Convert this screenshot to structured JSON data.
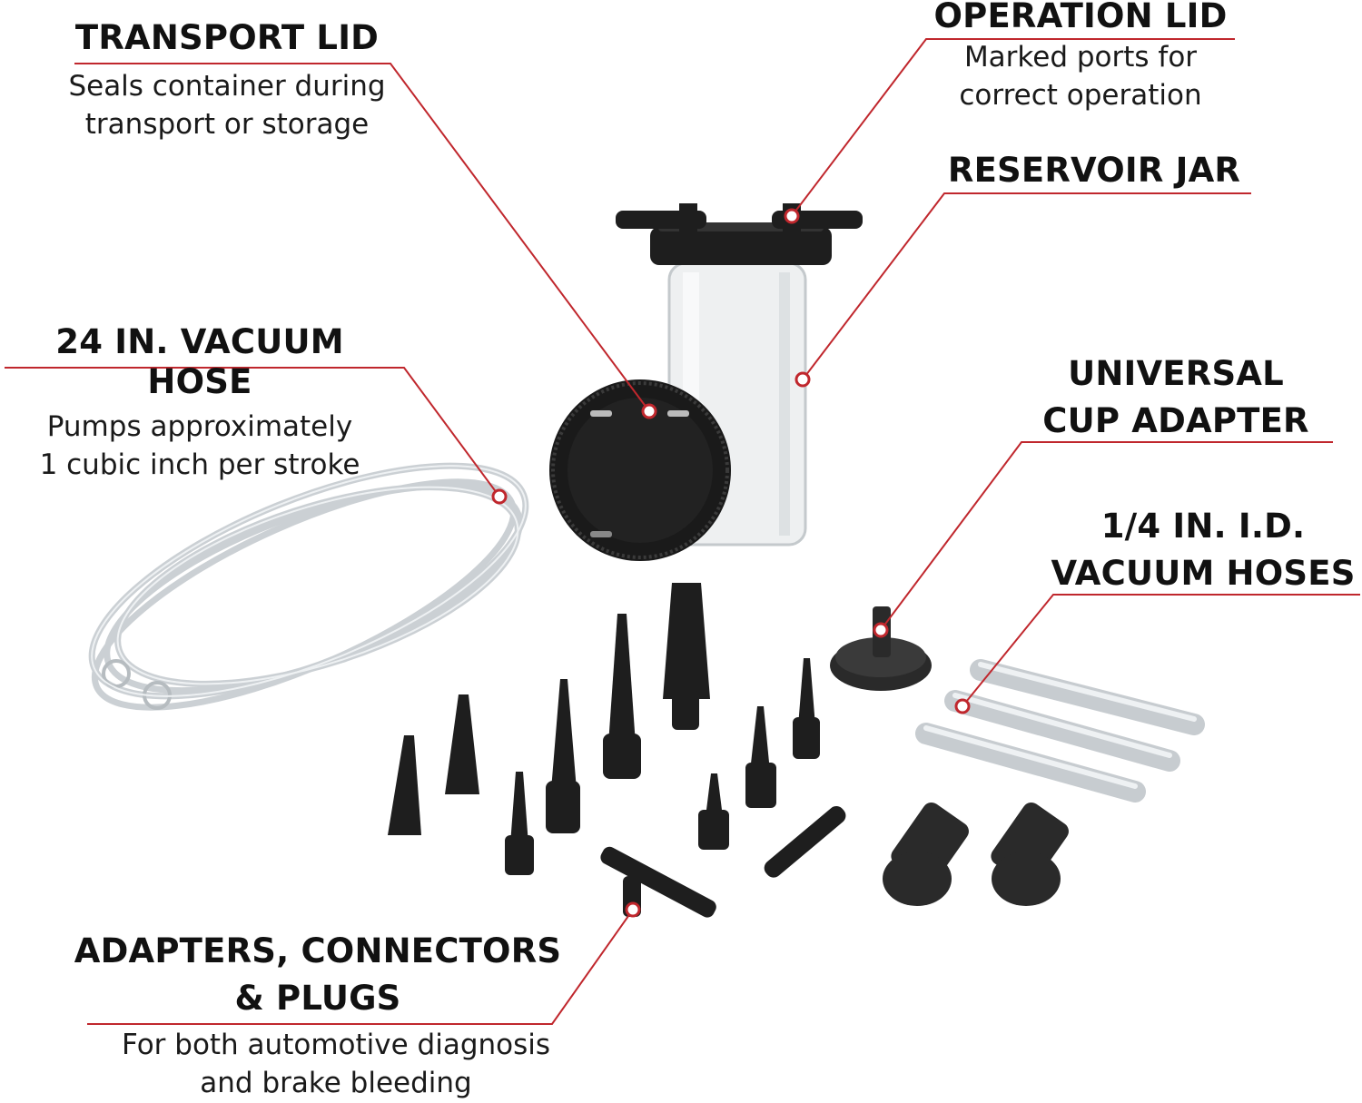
{
  "colors": {
    "leader": "#c0272d",
    "part": "#1e1e1e",
    "clear_part": "#dfe3e6"
  },
  "callouts": {
    "transport_lid": {
      "title": "TRANSPORT LID",
      "desc_line1": "Seals container during",
      "desc_line2": "transport or storage"
    },
    "operation_lid": {
      "title": "OPERATION LID",
      "desc_line1": "Marked ports for",
      "desc_line2": "correct operation"
    },
    "reservoir_jar": {
      "title": "RESERVOIR JAR"
    },
    "vacuum_hose_24": {
      "title": "24 IN. VACUUM HOSE",
      "desc_line1": "Pumps approximately",
      "desc_line2": "1 cubic inch per stroke"
    },
    "cup_adapter": {
      "title_line1": "UNIVERSAL",
      "title_line2": "CUP ADAPTER"
    },
    "vacuum_hoses_quarter": {
      "title_line1": "1/4 IN. I.D.",
      "title_line2": "VACUUM HOSES"
    },
    "adapters": {
      "title_line1": "ADAPTERS, CONNECTORS",
      "title_line2": "& PLUGS",
      "desc_line1": "For both automotive diagnosis",
      "desc_line2": "and brake bleeding"
    }
  }
}
